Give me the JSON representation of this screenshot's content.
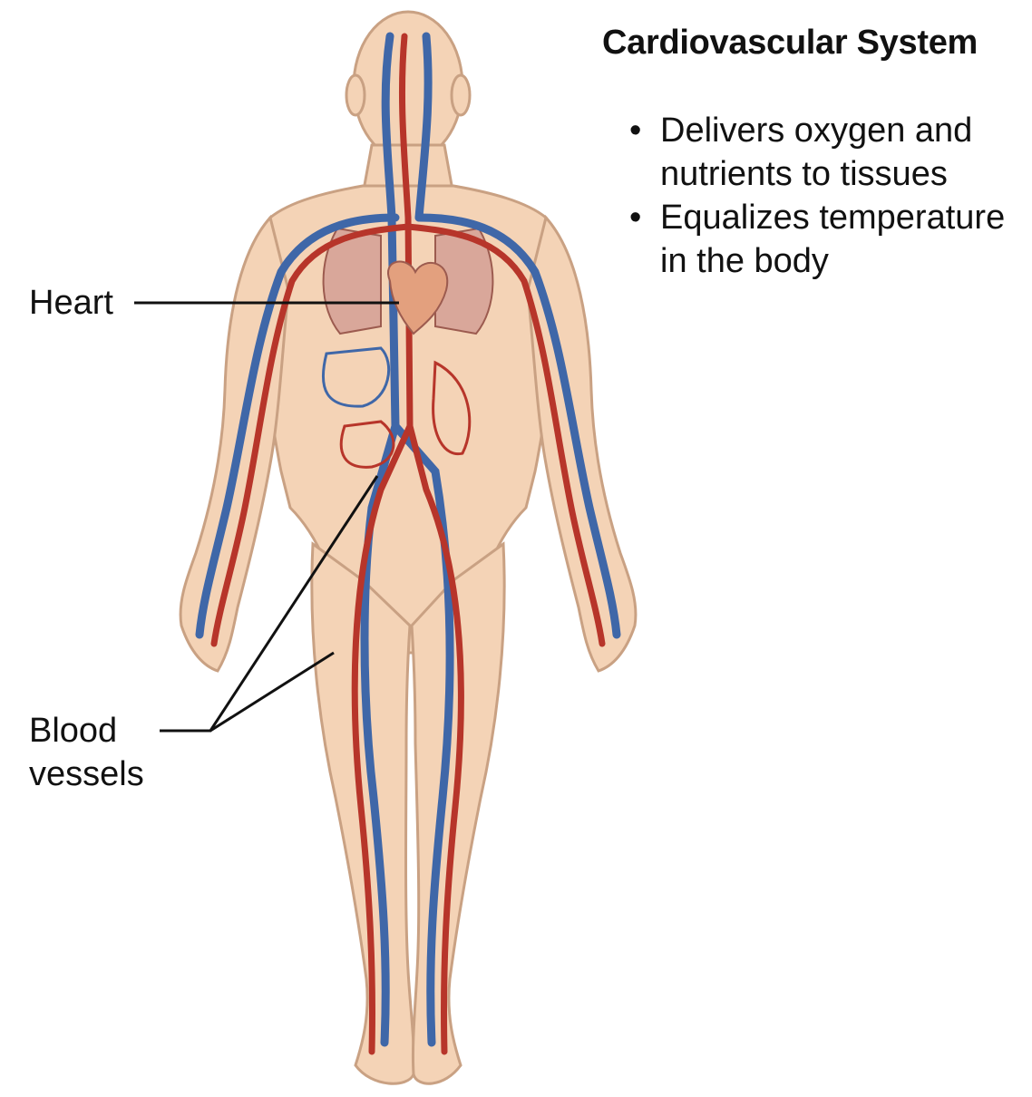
{
  "title": "Cardiovascular System",
  "functions": [
    "Delivers oxygen and nutrients to tissues",
    "Equalizes temperature in the body"
  ],
  "bullet_char": "•",
  "labels": {
    "heart": "Heart",
    "blood_vessels": "Blood vessels"
  },
  "colors": {
    "skin": "#f4d3b6",
    "skin_outline": "#c9a183",
    "artery": "#b7352a",
    "vein": "#3f67a8",
    "heart": "#e3a07e",
    "leader_line": "#111111"
  }
}
